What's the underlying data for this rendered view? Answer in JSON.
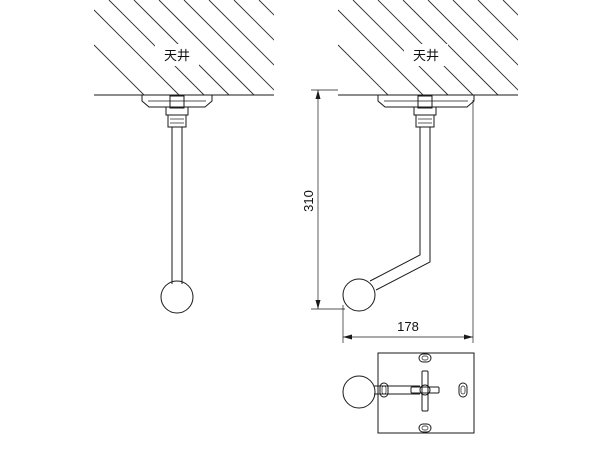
{
  "left_view": {
    "ceiling_label": "天井"
  },
  "right_view": {
    "ceiling_label": "天井"
  },
  "dimensions": {
    "height_label": "310",
    "width_label": "178"
  }
}
